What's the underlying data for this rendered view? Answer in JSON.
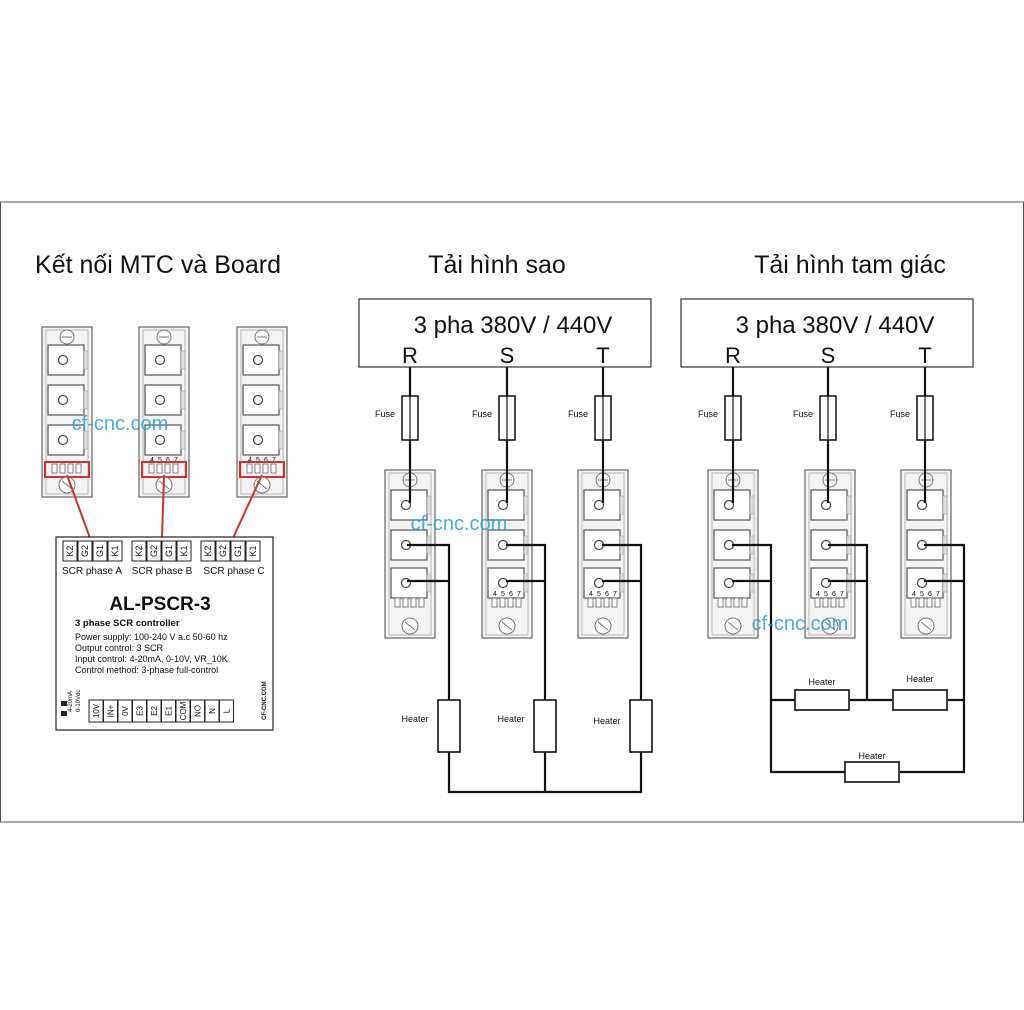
{
  "titles": {
    "left": "Kết nối MTC và Board",
    "middle": "Tải hình sao",
    "right": "Tải hình tam giác"
  },
  "supply": {
    "label": "3 pha 380V / 440V",
    "phases": [
      "R",
      "S",
      "T"
    ]
  },
  "labels": {
    "fuse": "Fuse",
    "heater": "Heater"
  },
  "module": {
    "terminals": [
      "4",
      "5",
      "6",
      "7"
    ]
  },
  "board": {
    "title": "AL-PSCR-3",
    "subtitle": "3 phase SCR controller",
    "specs": [
      "Power supply: 100-240 V a.c 50-60 hz",
      "Output control: 3 SCR",
      "Input control: 4-20mA, 0-10V, VR_10K",
      "Control method: 3-phase full-control"
    ],
    "top_pins": [
      "K2",
      "G2",
      "G1",
      "K1"
    ],
    "phase_labels": [
      "SCR phase A",
      "SCR phase B",
      "SCR phase C"
    ],
    "bottom_pins": [
      "10V",
      "IN+",
      "0V",
      "E3",
      "E2",
      "E1",
      "COM",
      "NO",
      "N",
      "L"
    ],
    "input_modes": [
      "4-20mA",
      "0-10Vdc"
    ],
    "brand": "CF-CNC.COM"
  },
  "watermark": "cf-cnc.com",
  "colors": {
    "line": "#111111",
    "highlight": "#d0302f",
    "watermark": "#2a9fd8",
    "module_fill": "#f4f4f4"
  }
}
